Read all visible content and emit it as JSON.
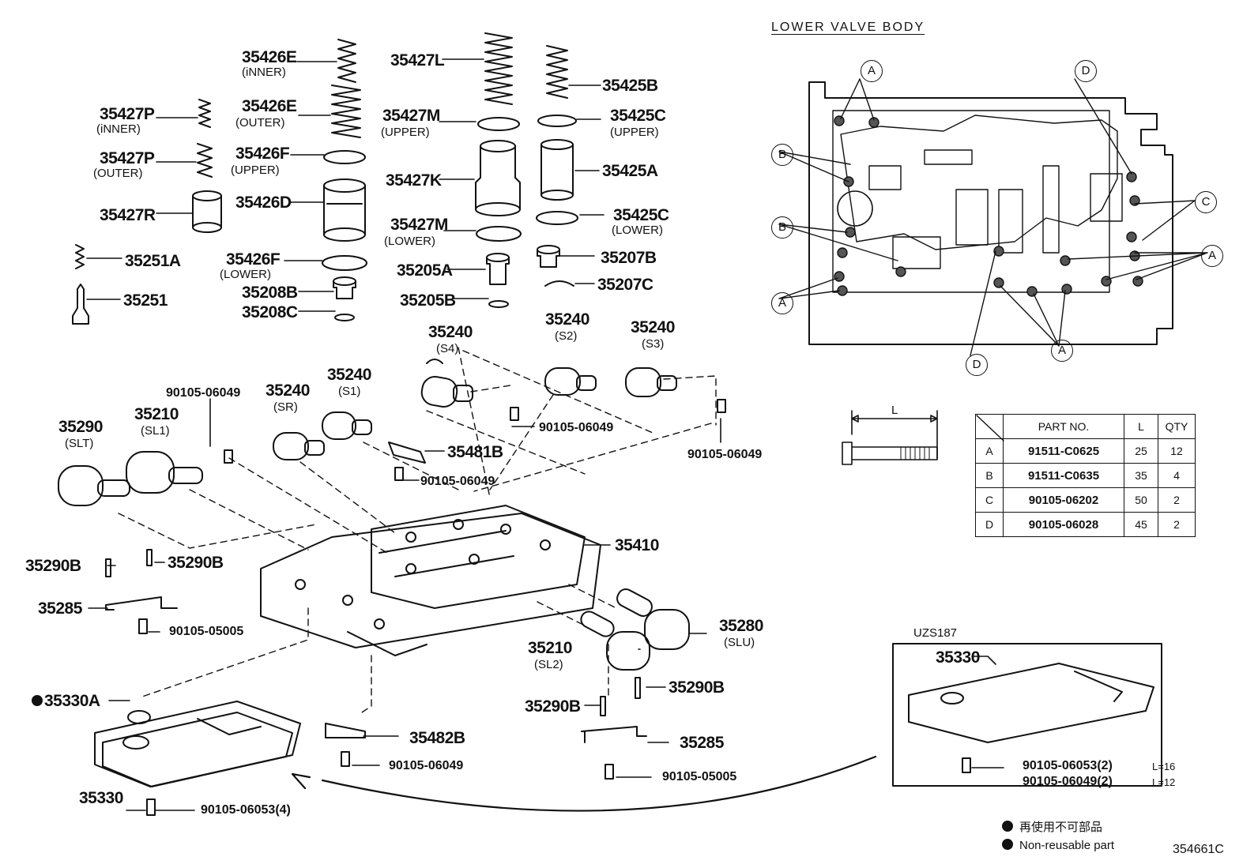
{
  "title": "LOWER VALVE BODY",
  "figure_code": "354661C",
  "variant": "UZS187",
  "legend": {
    "jp": "再使用不可部品",
    "en": "Non-reusable part"
  },
  "parts_table": {
    "headers": [
      "PART NO.",
      "L",
      "QTY"
    ],
    "rows": [
      {
        "key": "A",
        "part": "91511-C0625",
        "l": "25",
        "qty": "12"
      },
      {
        "key": "B",
        "part": "91511-C0635",
        "l": "35",
        "qty": "4"
      },
      {
        "key": "C",
        "part": "90105-06202",
        "l": "50",
        "qty": "2"
      },
      {
        "key": "D",
        "part": "90105-06028",
        "l": "45",
        "qty": "2"
      }
    ]
  },
  "dimension_label": "L",
  "callouts": [
    "A",
    "A",
    "A",
    "A",
    "B",
    "B",
    "C",
    "D",
    "D"
  ],
  "labels": {
    "p35426E_inner": "35426E",
    "p35426E_inner_note": "(iNNER)",
    "p35426E_outer": "35426E",
    "p35426E_outer_note": "(OUTER)",
    "p35426F_upper": "35426F",
    "p35426F_upper_note": "(UPPER)",
    "p35426D": "35426D",
    "p35426F_lower": "35426F",
    "p35426F_lower_note": "(LOWER)",
    "p35208B": "35208B",
    "p35208C": "35208C",
    "p35427P_inner": "35427P",
    "p35427P_inner_note": "(iNNER)",
    "p35427P_outer": "35427P",
    "p35427P_outer_note": "(OUTER)",
    "p35427R": "35427R",
    "p35251A": "35251A",
    "p35251": "35251",
    "p35427L": "35427L",
    "p35427M_upper": "35427M",
    "p35427M_upper_note": "(UPPER)",
    "p35427K": "35427K",
    "p35427M_lower": "35427M",
    "p35427M_lower_note": "(LOWER)",
    "p35205A": "35205A",
    "p35205B": "35205B",
    "p35425B": "35425B",
    "p35425C_upper": "35425C",
    "p35425C_upper_note": "(UPPER)",
    "p35425A": "35425A",
    "p35425C_lower": "35425C",
    "p35425C_lower_note": "(LOWER)",
    "p35207B": "35207B",
    "p35207C": "35207C",
    "p35240_s4": "35240",
    "p35240_s4_note": "(S4)",
    "p35240_s2": "35240",
    "p35240_s2_note": "(S2)",
    "p35240_s3": "35240",
    "p35240_s3_note": "(S3)",
    "p35240_s1": "35240",
    "p35240_s1_note": "(S1)",
    "p35240_sr": "35240",
    "p35240_sr_note": "(SR)",
    "p35290_slt": "35290",
    "p35290_slt_note": "(SLT)",
    "p35210_sl1": "35210",
    "p35210_sl1_note": "(SL1)",
    "bolt_06049_a": "90105-06049",
    "bolt_06049_b": "90105-06049",
    "bolt_06049_c": "90105-06049",
    "bolt_06049_d": "90105-06049",
    "bolt_06049_e": "90105-06049",
    "p35481B": "35481B",
    "p35410": "35410",
    "p35290B_a": "35290B",
    "p35290B_b": "35290B",
    "p35290B_c": "35290B",
    "p35290B_d": "35290B",
    "p35285_a": "35285",
    "p35285_b": "35285",
    "bolt_05005_a": "90105-05005",
    "bolt_05005_b": "90105-05005",
    "p35280": "35280",
    "p35280_note": "(SLU)",
    "p35210_sl2": "35210",
    "p35210_sl2_note": "(SL2)",
    "p35330A": "35330A",
    "p35330": "35330",
    "p35330_variant": "35330",
    "bolt_06053_4": "90105-06053(4)",
    "p35482B": "35482B",
    "bolt_06053_2": "90105-06053(2)",
    "bolt_06053_2_len": "L=16",
    "bolt_06049_2": "90105-06049(2)",
    "bolt_06049_2_len": "L=12"
  }
}
